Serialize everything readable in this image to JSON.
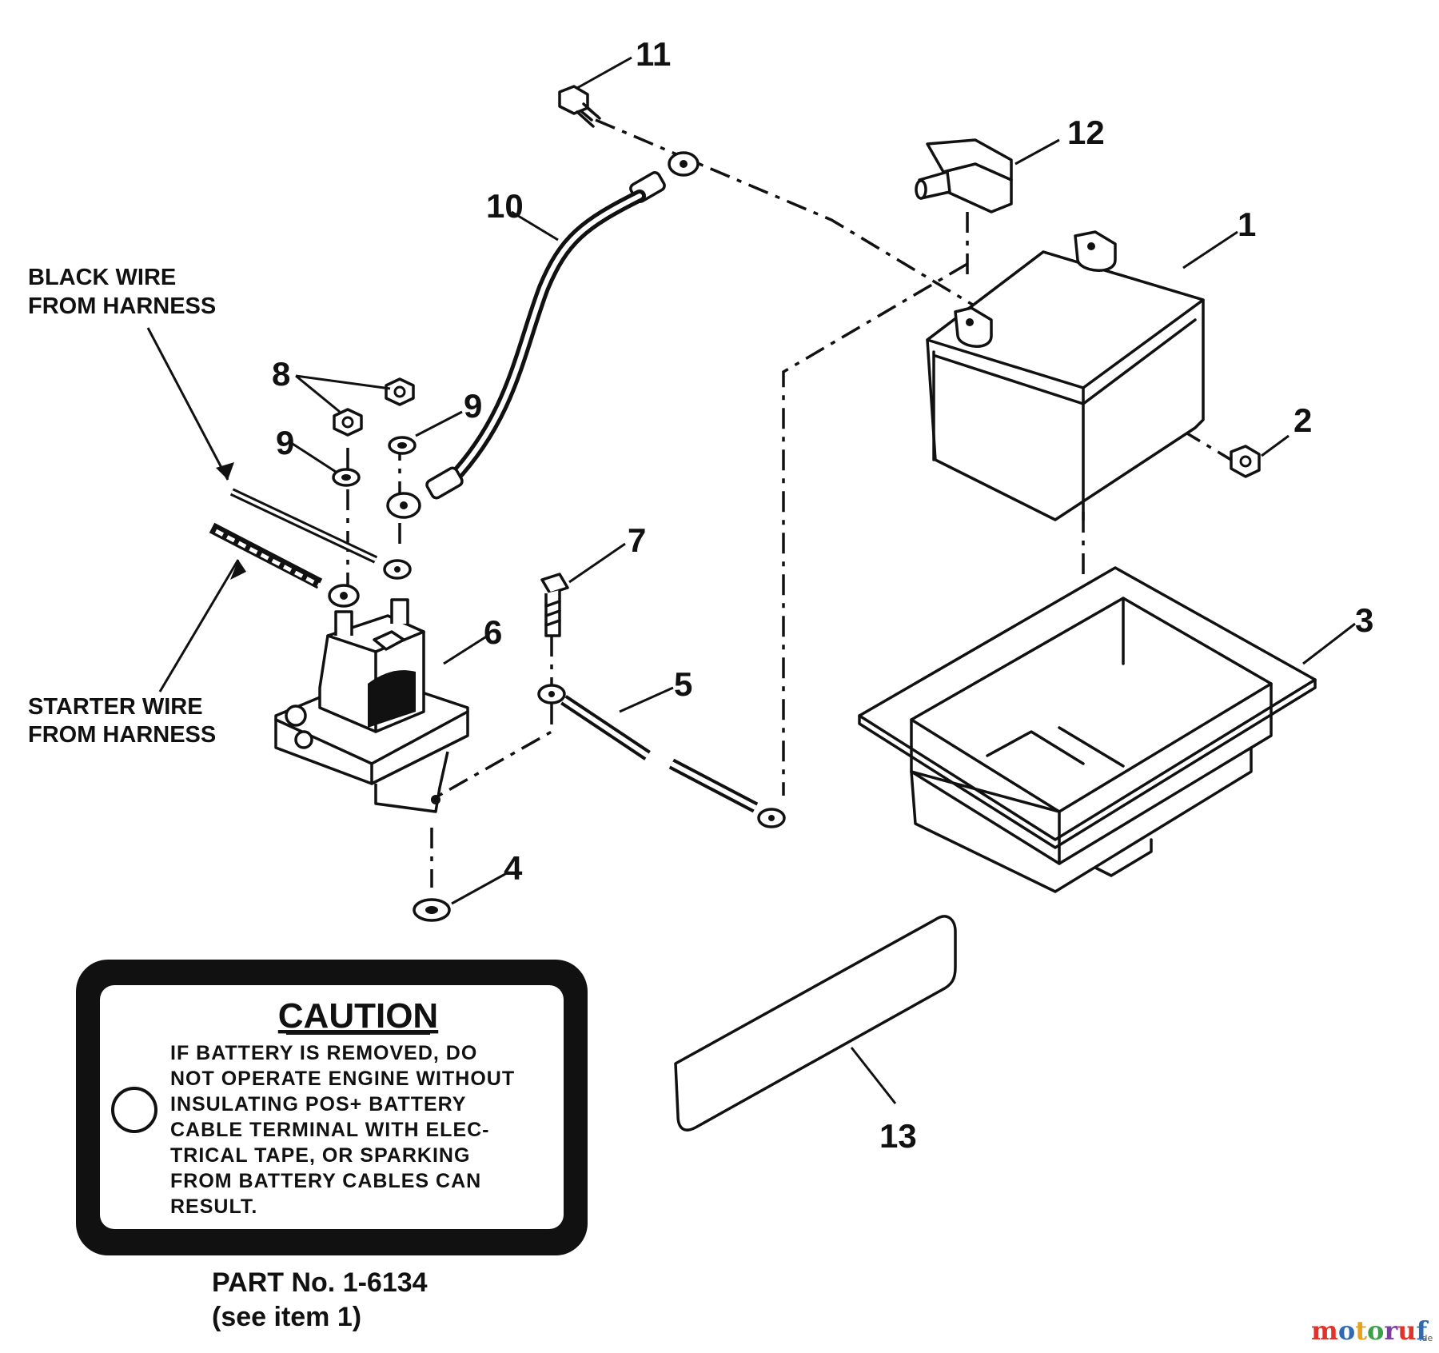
{
  "callouts": {
    "c1": "1",
    "c2": "2",
    "c3": "3",
    "c4": "4",
    "c5": "5",
    "c6": "6",
    "c7": "7",
    "c8": "8",
    "c9a": "9",
    "c9b": "9",
    "c10": "10",
    "c11": "11",
    "c12": "12",
    "c13": "13"
  },
  "wire_labels": {
    "black_line1": "BLACK WIRE",
    "black_line2": "FROM HARNESS",
    "starter_line1": "STARTER WIRE",
    "starter_line2": "FROM HARNESS"
  },
  "caution_decal": {
    "title": "CAUTION",
    "lines": [
      "IF BATTERY IS REMOVED, DO",
      "NOT OPERATE ENGINE WITHOUT",
      "INSULATING POS+ BATTERY",
      "CABLE TERMINAL WITH ELEC-",
      "TRICAL TAPE, OR SPARKING",
      "FROM BATTERY CABLES CAN",
      "RESULT."
    ]
  },
  "part_number": {
    "line1": "PART No. 1-6134",
    "line2": "(see item 1)"
  },
  "watermark": {
    "main": "motoruf",
    "suffix": ".de",
    "colors": [
      "#e0332b",
      "#2f6bb3",
      "#e8a11a",
      "#3aa04a",
      "#7a3fa0",
      "#e0332b",
      "#2f6bb3"
    ]
  }
}
